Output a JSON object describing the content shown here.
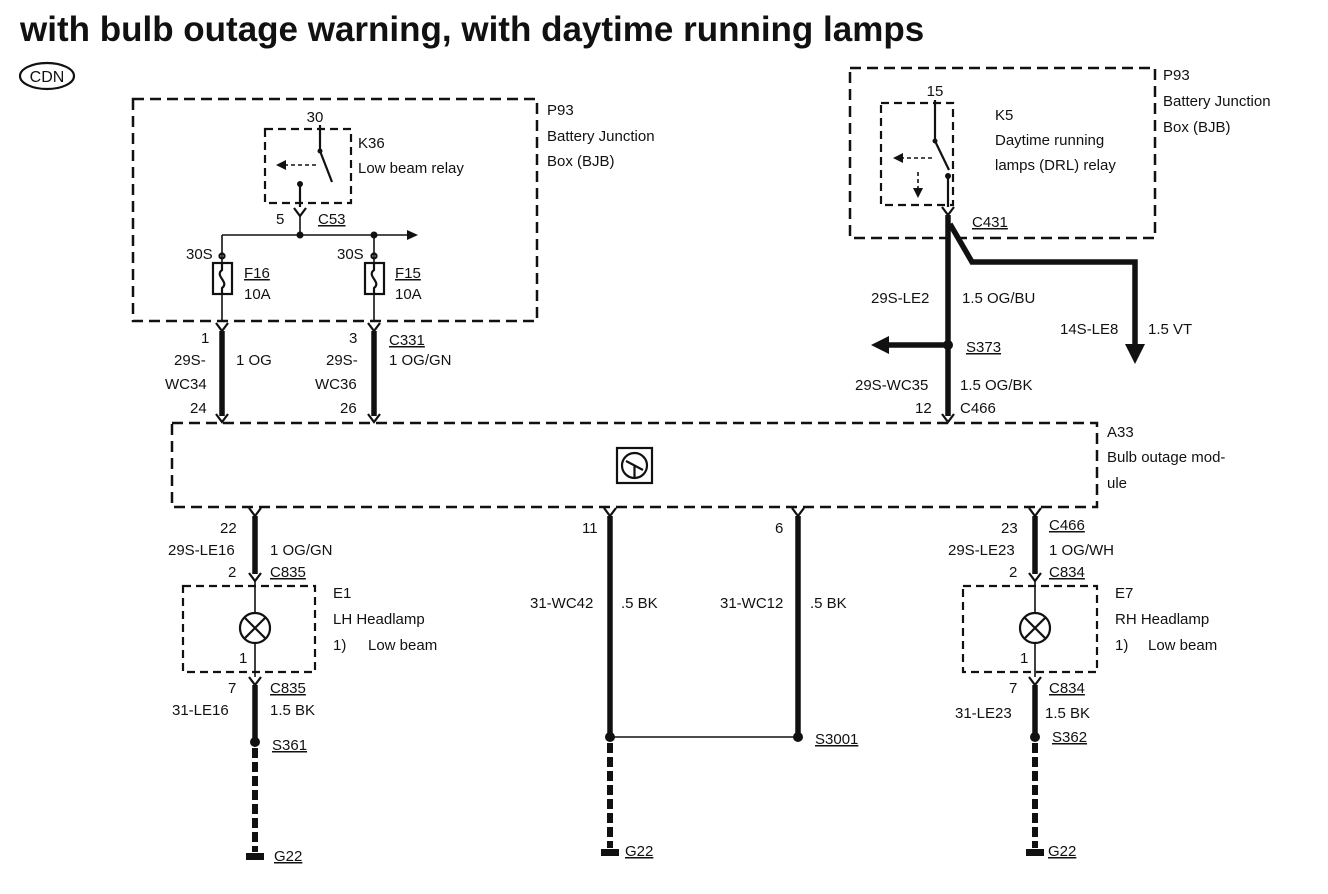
{
  "title": "with bulb outage warning, with daytime running lamps",
  "badge": "CDN",
  "bjb_left": {
    "id": "P93",
    "label_1": "Battery Junction",
    "label_2": "Box (BJB)"
  },
  "k36": {
    "pin_in": "30",
    "id": "K36",
    "name": "Low beam relay",
    "pin_out": "5",
    "connector": "C53"
  },
  "f16": {
    "terminal": "30S",
    "id": "F16",
    "rating": "10A"
  },
  "f15": {
    "terminal": "30S",
    "id": "F15",
    "rating": "10A"
  },
  "wc34": {
    "pin_bjb": "1",
    "circuit_a": "29S-",
    "circuit_b": "WC34",
    "pin_module": "24",
    "spec": "1 OG"
  },
  "wc36": {
    "pin_bjb": "3",
    "circuit_a": "29S-",
    "circuit_b": "WC36",
    "pin_module": "26",
    "connector": "C331",
    "spec": "1 OG/GN"
  },
  "bjb_right": {
    "id": "P93",
    "label_1": "Battery Junction",
    "label_2": "Box (BJB)"
  },
  "k5": {
    "pin_in": "15",
    "id": "K5",
    "name_1": "Daytime running",
    "name_2": "lamps (DRL) relay",
    "connector": "C431"
  },
  "le2": {
    "circuit": "29S-LE2",
    "spec": "1.5 OG/BU"
  },
  "le8": {
    "circuit": "14S-LE8",
    "spec": "1.5 VT"
  },
  "s373": "S373",
  "wc35": {
    "circuit": "29S-WC35",
    "spec": "1.5 OG/BK",
    "pin_module": "12",
    "connector": "C466"
  },
  "a33": {
    "id": "A33",
    "name_1": "Bulb outage mod-",
    "name_2": "ule"
  },
  "lh": {
    "pin_module": "22",
    "circuit_feed": "29S-LE16",
    "spec_feed": "1 OG/GN",
    "pin_lamp_in": "2",
    "connector_in": "C835",
    "id": "E1",
    "name": "LH Headlamp",
    "note_num": "1)",
    "note": "Low beam",
    "pin_lamp_out": "1",
    "pin_conn_out": "7",
    "connector_out": "C835",
    "circuit_ground": "31-LE16",
    "spec_ground": "1.5 BK",
    "splice": "S361",
    "ground": "G22"
  },
  "wc42": {
    "pin_module": "11",
    "circuit": "31-WC42",
    "spec": ".5 BK",
    "ground": "G22"
  },
  "wc12": {
    "pin_module": "6",
    "circuit": "31-WC12",
    "spec": ".5 BK",
    "splice": "S3001"
  },
  "rh": {
    "pin_module": "23",
    "connector_module": "C466",
    "circuit_feed": "29S-LE23",
    "spec_feed": "1 OG/WH",
    "pin_lamp_in": "2",
    "connector_in": "C834",
    "id": "E7",
    "name": "RH Headlamp",
    "note_num": "1)",
    "note": "Low beam",
    "pin_lamp_out": "1",
    "pin_conn_out": "7",
    "connector_out": "C834",
    "circuit_ground": "31-LE23",
    "spec_ground": "1.5 BK",
    "splice": "S362",
    "ground": "G22"
  }
}
